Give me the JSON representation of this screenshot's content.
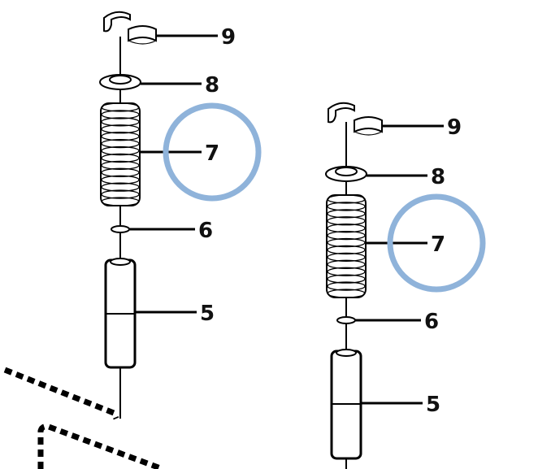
{
  "diagram": {
    "highlight_color": "#8fb3da",
    "left_assembly": {
      "labels": [
        "9",
        "8",
        "7",
        "6",
        "5"
      ]
    },
    "right_assembly": {
      "labels": [
        "9",
        "8",
        "7",
        "6",
        "5"
      ]
    }
  }
}
